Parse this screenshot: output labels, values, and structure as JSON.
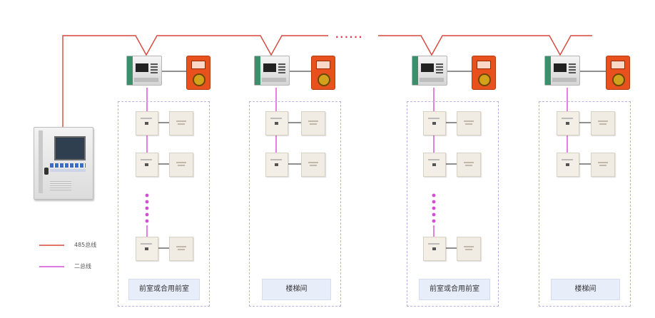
{
  "legend": {
    "rs485_label": "485总线",
    "two_bus_label": "二总线",
    "rs485_color": "#d9453a",
    "two_bus_color": "#d64bd6"
  },
  "bus_continuation": "......",
  "zones": [
    {
      "label": "前室或合用前室"
    },
    {
      "label": "楼梯间"
    },
    {
      "label": "前室或合用前室"
    },
    {
      "label": "楼梯间"
    }
  ],
  "icons": {
    "main_panel": "control-panel-icon",
    "controller": "controller-icon",
    "fire_button": "fire-alarm-key-icon",
    "module": "address-module-icon",
    "device": "damper-device-icon"
  }
}
